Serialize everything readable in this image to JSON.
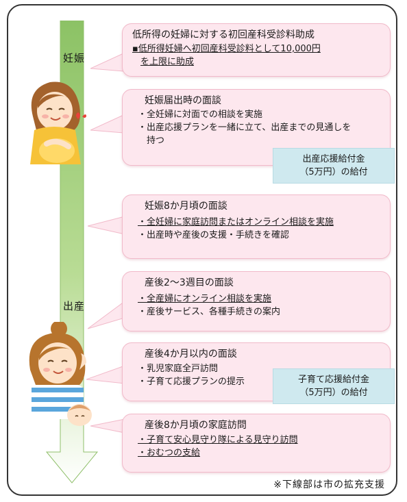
{
  "stages": {
    "pregnancy": "妊娠",
    "birth": "出産"
  },
  "cards": [
    {
      "title": "低所得の妊婦に対する初回産科受診料助成",
      "items": [
        "▪低所得妊婦へ初回産科受診料として10,000円",
        "を上限に助成"
      ]
    },
    {
      "title": "妊娠届出時の面談",
      "items": [
        "・全妊婦に対面での相談を実施",
        "・出産応援プランを一緒に立て、出産までの見通しを",
        "　持つ"
      ]
    },
    {
      "title": "妊娠8か月頃の面談",
      "items": [
        "・全妊婦に家庭訪問またはオンライン相談を実施",
        "・出産時や産後の支援・手続きを確認"
      ]
    },
    {
      "title": "産後2～3週目の面談",
      "items": [
        "・全産婦にオンライン相談を実施",
        "・産後サービス、各種手続きの案内"
      ]
    },
    {
      "title": "産後4か月以内の面談",
      "items": [
        "・乳児家庭全戸訪問",
        "・子育て応援プランの提示"
      ]
    },
    {
      "title": "産後8か月頃の家庭訪問",
      "items": [
        "・子育て安心見守り隊による見守り訪問",
        "・おむつの支給"
      ]
    }
  ],
  "benefits": [
    {
      "line1": "出産応援給付金",
      "line2": "（5万円）の給付"
    },
    {
      "line1": "子育て応援給付金",
      "line2": "（5万円）の給付"
    }
  ],
  "footnote": "※下線部は市の拡充支援",
  "colors": {
    "card_bg": "#fde7ee",
    "benefit_bg": "#cfe9ef",
    "arrow_top": "#9ccc6e",
    "arrow_bottom": "#ffffff"
  }
}
